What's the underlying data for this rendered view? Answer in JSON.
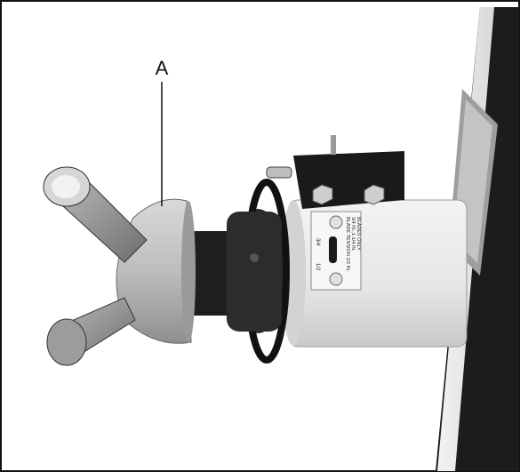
{
  "callout": {
    "label": "A"
  },
  "plate": {
    "lines": [
      "BLADE TENSION 1/2 IN.",
      "3/4 IN.,1-1/4 IN.",
      "BLADES ONLY"
    ],
    "scale_top": "3/4",
    "scale_bottom": "1/2"
  },
  "colors": {
    "background": "#ffffff",
    "border": "#111111",
    "metal": "#c8c8c8",
    "dark": "#1a1a1a"
  }
}
